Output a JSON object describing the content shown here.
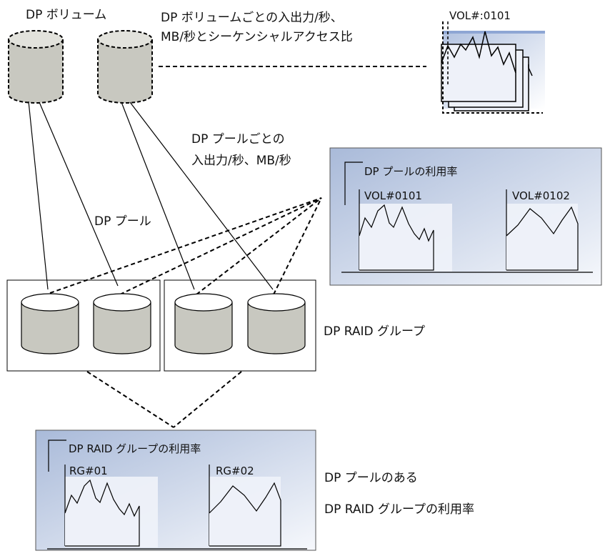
{
  "labels": {
    "dp_volume": "DP ボリューム",
    "vol_io_line1": "DP ボリュームごとの入出力/秒、",
    "vol_io_line2": "MB/秒とシーケンシャルアクセス比",
    "pool_io_line1": "DP プールごとの",
    "pool_io_line2": "入出力/秒、MB/秒",
    "dp_pool": "DP プール",
    "dp_raid_group": "DP RAID グループ",
    "pool_raid_line1": "DP プールのある",
    "pool_raid_line2": "DP RAID グループの利用率"
  },
  "panels": {
    "volume_chart": {
      "vol_label": "VOL#:0101"
    },
    "pool_usage": {
      "title": "DP プールの利用率",
      "vol1": "VOL#0101",
      "vol2": "VOL#0102"
    },
    "raid_usage": {
      "title": "DP RAID グループの利用率",
      "rg1": "RG#01",
      "rg2": "RG#02"
    }
  },
  "colors": {
    "cylinder_fill": "#c8c8c0",
    "cylinder_top": "#ffffff",
    "panel_bg_start": "#a9bad9",
    "panel_bg_end": "#f4f6fb",
    "chart_fill": "#eef1f9",
    "stroke": "#000000"
  }
}
